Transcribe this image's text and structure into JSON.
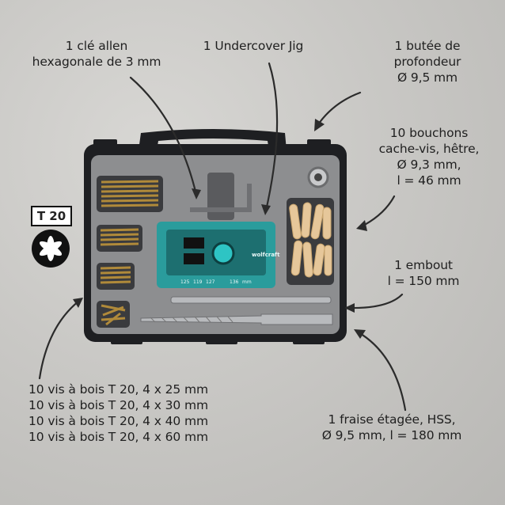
{
  "badge": {
    "text": "T 20"
  },
  "labels": {
    "allen_key": [
      "1 clé allen",
      "hexagonale de 3 mm"
    ],
    "jig": [
      "1 Undercover Jig"
    ],
    "depth_stop": [
      "1 butée de",
      "profondeur",
      "Ø 9,5 mm"
    ],
    "plugs": [
      "10 bouchons",
      "cache-vis, hêtre,",
      "Ø 9,3 mm,",
      "l = 46 mm"
    ],
    "bit": [
      "1 embout",
      "l = 150 mm"
    ],
    "screws": [
      "10 vis à bois T 20, 4 x 25 mm",
      "10 vis à bois T 20, 4 x 30 mm",
      "10 vis à bois T 20, 4 x 40 mm",
      "10 vis à bois T 20, 4 x 60 mm"
    ],
    "drill": [
      "1 fraise étagée, HSS,",
      "Ø 9,5 mm, l = 180 mm"
    ]
  },
  "jig_brand": "wolfcraft",
  "jig_scale": [
    "125",
    "119",
    "127",
    "136",
    "mm"
  ],
  "colors": {
    "case": "#1e1f22",
    "tray": "#8d8e90",
    "jig": "#2a9c9c",
    "wood": "#e6c79a",
    "screws": "#b08a3a"
  }
}
